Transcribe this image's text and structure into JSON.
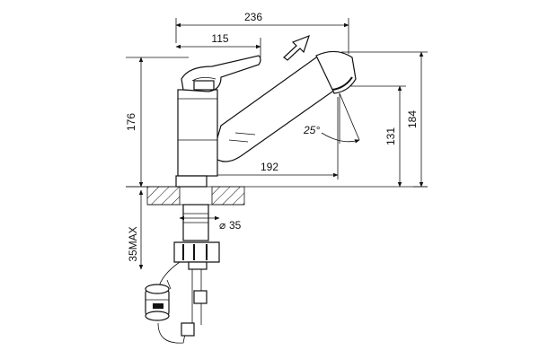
{
  "dimensions": {
    "overall_width": "236",
    "handle_reach": "115",
    "spout_reach": "192",
    "height_total": "176",
    "height_spout": "131",
    "height_max": "184",
    "angle": "25°",
    "hole_diameter": "35",
    "max_thickness": "35MAX",
    "diameter_symbol": "⌀"
  },
  "colors": {
    "line": "#111111",
    "background": "#ffffff"
  }
}
